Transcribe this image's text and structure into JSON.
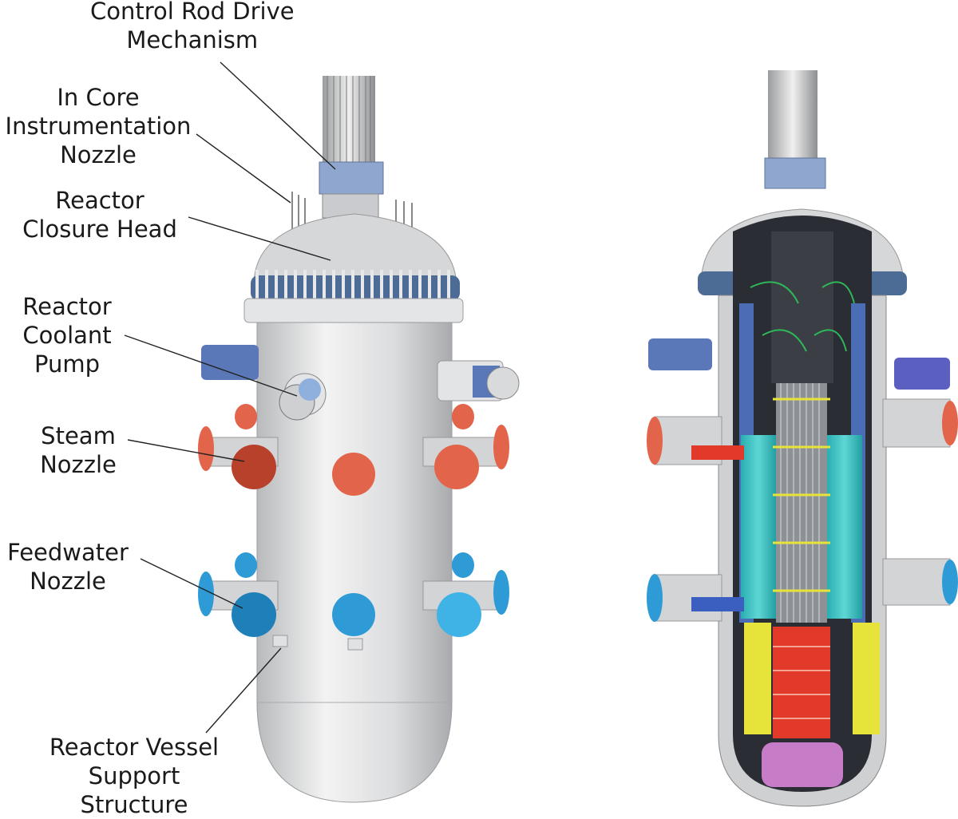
{
  "labels": {
    "crdm": [
      "Control Rod Drive",
      "Mechanism"
    ],
    "incore": [
      "In Core",
      "Instrumentation",
      "Nozzle"
    ],
    "closure": [
      "Reactor",
      "Closure Head"
    ],
    "pump": [
      "Reactor",
      "Coolant",
      "Pump"
    ],
    "steam": [
      "Steam",
      "Nozzle"
    ],
    "feedwater": [
      "Feedwater",
      "Nozzle"
    ],
    "support": [
      "Reactor Vessel",
      "Support",
      "Structure"
    ]
  },
  "colors": {
    "vessel": "#d9dadb",
    "steam_flange": "#e2644a",
    "feedwater_flange": "#2e9bd6",
    "crdm_band": "#8fa7cf",
    "pump_motor": "#5a78b8",
    "riser_teal": "#3fc6c6",
    "core_red": "#e23a2a",
    "support_yellow": "#e6e33a",
    "lower_plenum": "#c77cc7"
  }
}
